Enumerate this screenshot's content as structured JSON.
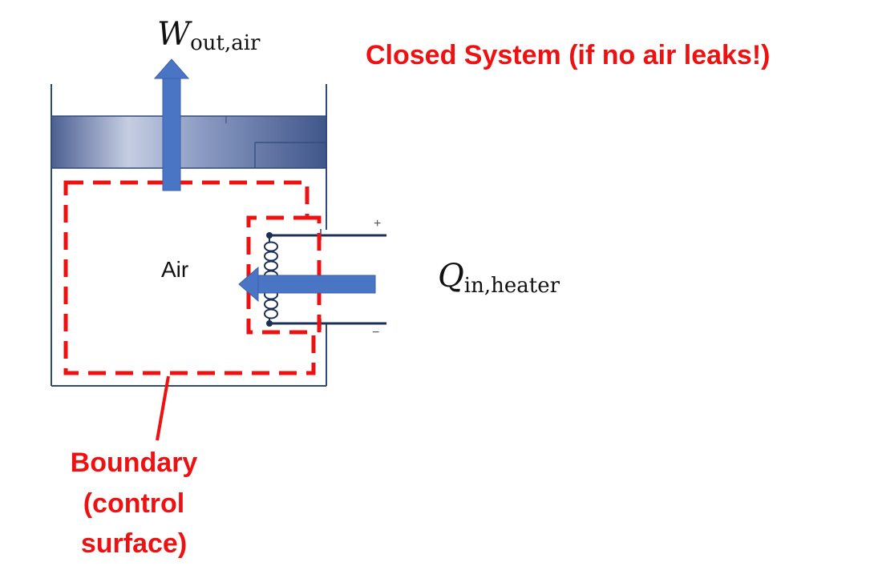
{
  "title": "Closed System (if no air leaks!)",
  "work_label": {
    "symbol": "W",
    "subscript": "out,air"
  },
  "heat_label": {
    "symbol": "Q",
    "subscript": "in,heater"
  },
  "air_label": "Air",
  "terminals": {
    "positive": "+",
    "negative": "−"
  },
  "boundary_label": {
    "line1": "Boundary",
    "line2": "(control",
    "line3": "surface)"
  },
  "colors": {
    "boundary": "#ee1111",
    "arrow": "#4a74c4",
    "piston": "#5b6fa3",
    "wall": "#2e4a78"
  }
}
